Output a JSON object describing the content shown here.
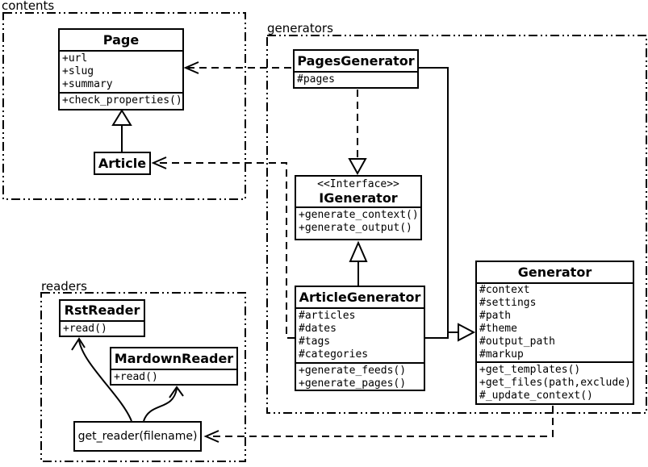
{
  "diagram": {
    "kind": "uml-class-diagram",
    "colors": {
      "line": "#000000",
      "background": "#ffffff",
      "box_fill": "#ffffff"
    }
  },
  "packages": {
    "contents": {
      "label": "contents"
    },
    "generators": {
      "label": "generators"
    },
    "readers": {
      "label": "readers"
    }
  },
  "classes": {
    "page": {
      "title": "Page",
      "attributes": [
        "+url",
        "+slug",
        "+summary"
      ],
      "methods": [
        "+check_properties()"
      ]
    },
    "article": {
      "title": "Article"
    },
    "pages_generator": {
      "title": "PagesGenerator",
      "attributes": [
        "#pages"
      ]
    },
    "igenerator": {
      "stereotype": "<<Interface>>",
      "title": "IGenerator",
      "methods": [
        "+generate_context()",
        "+generate_output()"
      ]
    },
    "article_generator": {
      "title": "ArticleGenerator",
      "attributes": [
        "#articles",
        "#dates",
        "#tags",
        "#categories"
      ],
      "methods": [
        "+generate_feeds()",
        "+generate_pages()"
      ]
    },
    "generator": {
      "title": "Generator",
      "attributes": [
        "#context",
        "#settings",
        "#path",
        "#theme",
        "#output_path",
        "#markup"
      ],
      "methods": [
        "+get_templates()",
        "+get_files(path,exclude)",
        "#_update_context()"
      ]
    },
    "rst_reader": {
      "title": "RstReader",
      "methods": [
        "+read()"
      ]
    },
    "mardown_reader": {
      "title": "MardownReader",
      "methods": [
        "+read()"
      ]
    },
    "get_reader": {
      "title": "get_reader(filename)"
    }
  },
  "relationships": [
    {
      "from": "Article",
      "to": "Page",
      "type": "generalization"
    },
    {
      "from": "PagesGenerator",
      "to": "Page",
      "type": "dependency"
    },
    {
      "from": "ArticleGenerator",
      "to": "Article",
      "type": "dependency"
    },
    {
      "from": "PagesGenerator",
      "to": "IGenerator",
      "type": "realization"
    },
    {
      "from": "ArticleGenerator",
      "to": "IGenerator",
      "type": "generalization"
    },
    {
      "from": "PagesGenerator",
      "to": "Generator",
      "type": "generalization"
    },
    {
      "from": "ArticleGenerator",
      "to": "Generator",
      "type": "generalization"
    },
    {
      "from": "Generator",
      "to": "get_reader(filename)",
      "type": "dependency"
    },
    {
      "from": "get_reader(filename)",
      "to": "RstReader",
      "type": "dependency"
    },
    {
      "from": "get_reader(filename)",
      "to": "MardownReader",
      "type": "dependency"
    }
  ]
}
